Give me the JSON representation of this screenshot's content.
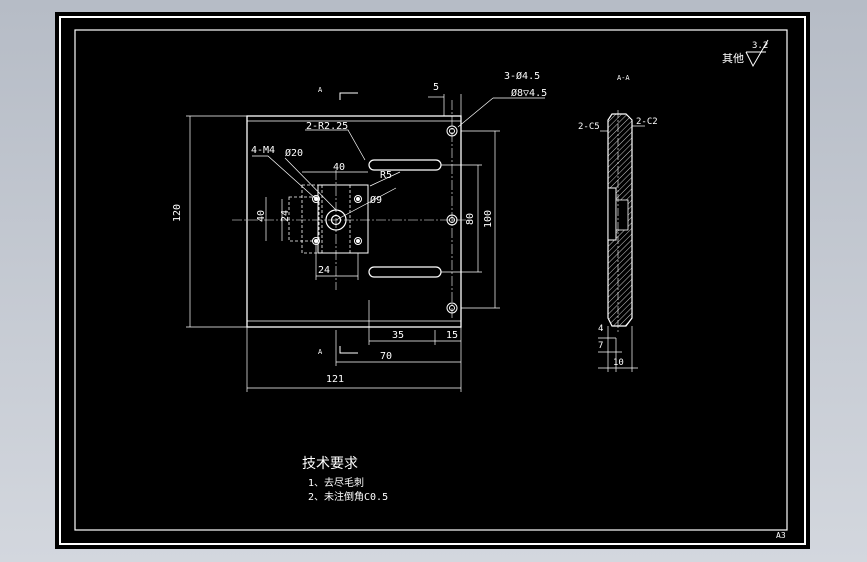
{
  "drawing": {
    "roughness_symbol": "其他",
    "roughness_value": "3.2",
    "dims": {
      "top_5": "5",
      "hole_callout_1": "3-Ø4.5",
      "hole_callout_2": "Ø8▽4.5",
      "slot_radius": "2-R2.25",
      "tapped": "4-M4",
      "dia20": "Ø20",
      "d40_top": "40",
      "r5": "R5",
      "dia9": "Ø9",
      "d40_left": "40",
      "d24_left": "24",
      "d24_bottom": "24",
      "d120": "120",
      "d80": "80",
      "d100": "100",
      "d35": "35",
      "d15": "15",
      "d70": "70",
      "d121": "121",
      "c5": "2-C5",
      "c2": "2-C2",
      "side_4": "4",
      "side_7": "7",
      "side_10": "10"
    },
    "section_mark_a": "A",
    "section_mark_b": "A",
    "section_mark_side": "A-A",
    "notes_title": "技术要求",
    "notes": [
      "1、去尽毛刺",
      "2、未注倒角C0.5"
    ],
    "sheet_size": "A3"
  }
}
